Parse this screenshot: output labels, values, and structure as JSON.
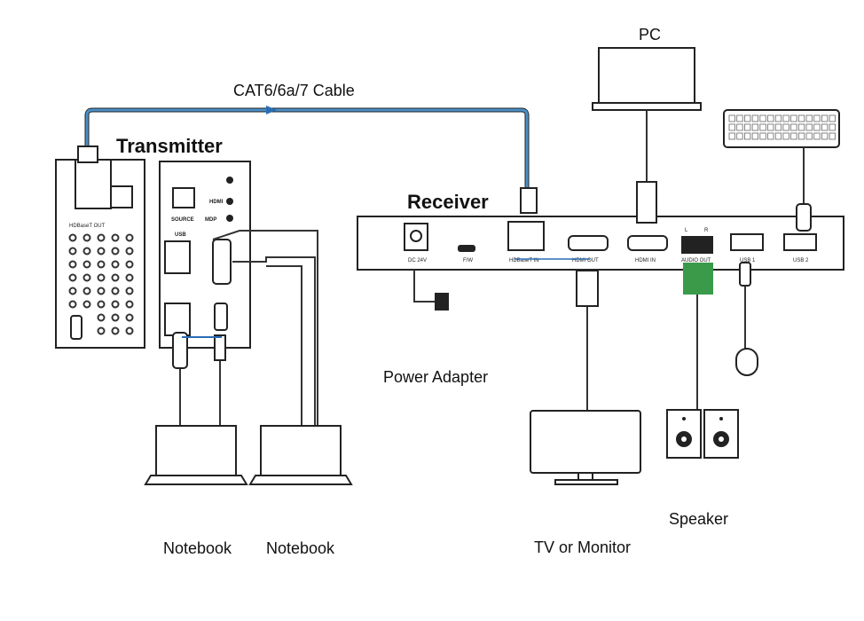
{
  "cable": {
    "label": "CAT6/6a/7 Cable",
    "color": "#4a90c8"
  },
  "transmitter": {
    "title": "Transmitter",
    "side_label": "HDBaseT OUT",
    "front": {
      "source": "SOURCE",
      "hdmi": "HDMI",
      "mdp": "MDP",
      "usb": "USB"
    }
  },
  "receiver": {
    "title": "Receiver",
    "ports": {
      "dc": "DC 24V",
      "fw": "F/W",
      "hdbaset_in": "HDBaseT IN",
      "hdmi_out": "HDMI OUT",
      "hdmi_in": "HDMI IN",
      "audio_l": "L",
      "audio_r": "R",
      "audio_out": "AUDIO OUT",
      "usb1": "USB 1",
      "usb2": "USB 2"
    }
  },
  "devices": {
    "pc": "PC",
    "power_adapter": "Power Adapter",
    "tv": "TV or Monitor",
    "speaker": "Speaker",
    "notebook1": "Notebook",
    "notebook2": "Notebook"
  }
}
